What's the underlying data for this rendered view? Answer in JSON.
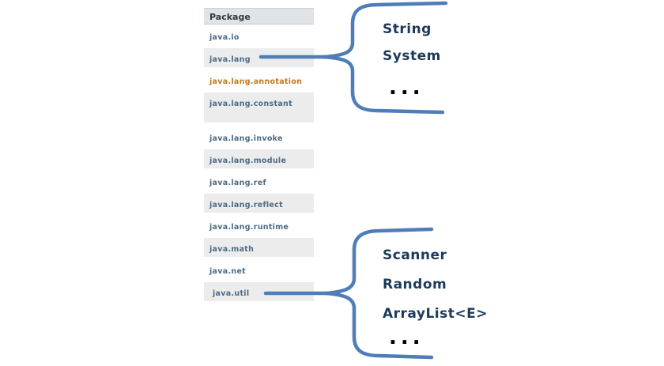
{
  "colors": {
    "brace": "#4f7db8",
    "package_link": "#4c6a84",
    "highlight_link": "#c1791c",
    "row_shade": "#ececec",
    "header_bg": "#e0e3e7",
    "header_text": "#35383b",
    "class_text": "#1c3a5c",
    "ellipsis": "#000000"
  },
  "table": {
    "header": "Package",
    "rows": [
      {
        "label": "java.io",
        "shaded": false
      },
      {
        "label": "java.lang",
        "shaded": true
      },
      {
        "label": "java.lang.annotation",
        "shaded": false,
        "highlight": true
      },
      {
        "label": "java.lang.constant",
        "shaded": true,
        "tall": true
      },
      {
        "label": "java.lang.invoke",
        "shaded": false
      },
      {
        "label": "java.lang.module",
        "shaded": true
      },
      {
        "label": "java.lang.ref",
        "shaded": false
      },
      {
        "label": "java.lang.reflect",
        "shaded": true
      },
      {
        "label": "java.lang.runtime",
        "shaded": false
      },
      {
        "label": "java.math",
        "shaded": true
      },
      {
        "label": "java.net",
        "shaded": false
      },
      {
        "label": "java.util",
        "shaded": true,
        "indent": true
      }
    ]
  },
  "callouts": [
    {
      "name": "java-lang-classes",
      "items": [
        "String",
        "System"
      ],
      "ellipsis": "..."
    },
    {
      "name": "java-util-classes",
      "items": [
        "Scanner",
        "Random",
        "ArrayList<E>"
      ],
      "ellipsis": "..."
    }
  ]
}
